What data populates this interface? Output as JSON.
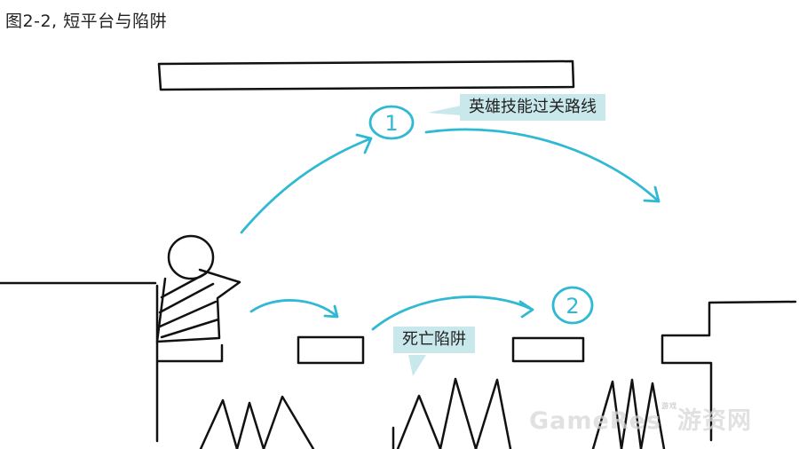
{
  "caption": "图2-2, 短平台与陷阱",
  "callouts": {
    "hero_route": "英雄技能过关路线",
    "death_trap": "死亡陷阱"
  },
  "markers": {
    "route_1": "1",
    "route_2": "2"
  },
  "watermark": {
    "brand": "GameRes",
    "small": "游戏",
    "cn": "游资网"
  },
  "colors": {
    "route_cyan": "#2fb9d3",
    "callout_bg": "#c9e8ec",
    "ink": "#111111"
  }
}
